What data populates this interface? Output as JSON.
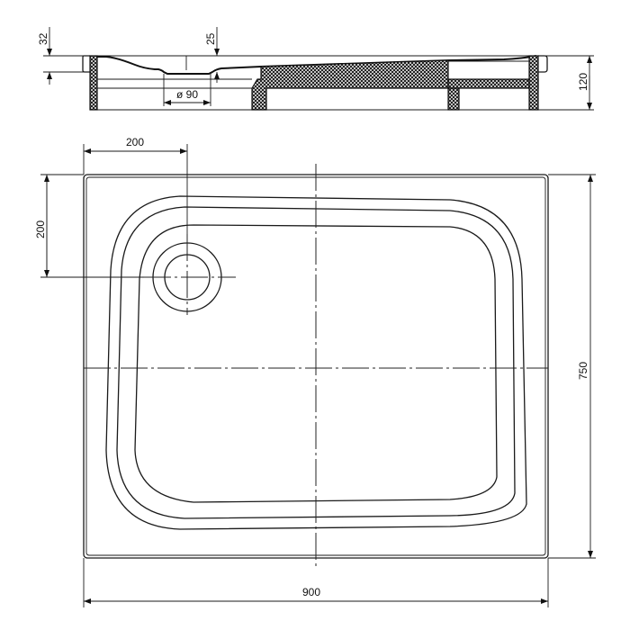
{
  "drawing": {
    "title": "Shower tray technical drawing",
    "views": [
      "section",
      "plan"
    ],
    "colors": {
      "line": "#1a1a1a",
      "background": "#ffffff"
    }
  },
  "section": {
    "dimensions": {
      "rim_height": "32",
      "drain_depth": "25",
      "drain_diameter": "ø 90",
      "total_height": "120"
    }
  },
  "plan": {
    "dimensions": {
      "drain_offset_x": "200",
      "drain_offset_y": "200",
      "length": "900",
      "width": "750"
    }
  }
}
